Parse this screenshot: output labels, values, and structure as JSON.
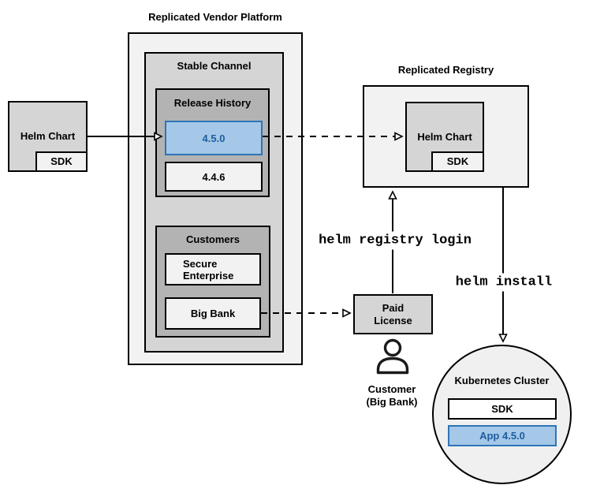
{
  "colors": {
    "hl_fill": "#a5c8e8",
    "hl_stroke": "#2e75b6",
    "hl_text": "#1f5da0"
  },
  "platform": {
    "title": "Replicated Vendor Platform",
    "stable_channel": {
      "title": "Stable Channel",
      "release_history": {
        "title": "Release History",
        "releases": [
          {
            "version": "4.5.0",
            "state": "current"
          },
          {
            "version": "4.4.6",
            "state": "previous"
          }
        ]
      },
      "customers": {
        "title": "Customers",
        "items": [
          {
            "name": "Secure Enterprise"
          },
          {
            "name": "Big Bank"
          }
        ]
      }
    }
  },
  "source_chart": {
    "label": "Helm Chart",
    "sdk": "SDK"
  },
  "registry": {
    "title": "Replicated Registry",
    "chart_label": "Helm Chart",
    "sdk": "SDK"
  },
  "license": {
    "label": "Paid License"
  },
  "customer": {
    "name": "Customer",
    "org": "(Big Bank)"
  },
  "commands": {
    "login": "helm registry login",
    "install": "helm install"
  },
  "cluster": {
    "title": "Kubernetes Cluster",
    "sdk": "SDK",
    "app": "App 4.5.0"
  },
  "icons": {
    "customer": "person-icon"
  }
}
